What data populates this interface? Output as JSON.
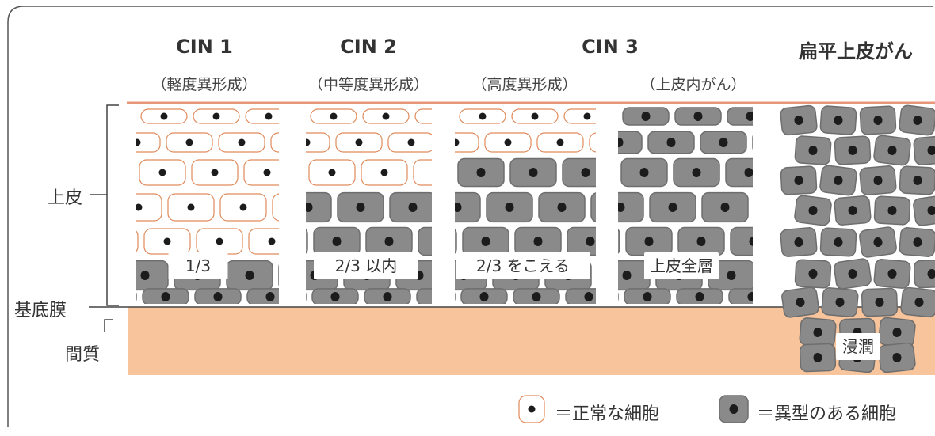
{
  "colors": {
    "normal_fill": "#ffffff",
    "normal_stroke": "#e08a5a",
    "atypical_fill": "#8a8a8a",
    "atypical_stroke": "#6e6e6e",
    "nucleus": "#1c1c1c",
    "stroma": "#f8c49c",
    "surface_line": "#e8967a",
    "basement_line": "#444444",
    "frame": "#555555"
  },
  "columns": [
    {
      "title": "CIN 1",
      "subtitle": "（軽度異形成）",
      "label": "1/3",
      "atypical_fraction": 0.333
    },
    {
      "title": "CIN 2",
      "subtitle": "（中等度異形成）",
      "label": "2/3 以内",
      "atypical_fraction": 0.5
    },
    {
      "title": "CIN 3",
      "subtitle": "（高度異形成）",
      "label": "2/3 をこえる",
      "atypical_fraction": 0.75
    },
    {
      "title": "",
      "subtitle": "（上皮内がん）",
      "label": "上皮全層",
      "atypical_fraction": 1.0
    },
    {
      "title": "扁平上皮がん",
      "subtitle": "",
      "label": "浸潤",
      "atypical_fraction": 1.0
    }
  ],
  "cin3_span_title": "CIN 3",
  "side_labels": {
    "epithelium": "上皮",
    "basement_membrane": "基底膜",
    "stroma": "間質"
  },
  "legend": {
    "normal": "＝正常な細胞",
    "atypical": "＝異型のある細胞"
  }
}
